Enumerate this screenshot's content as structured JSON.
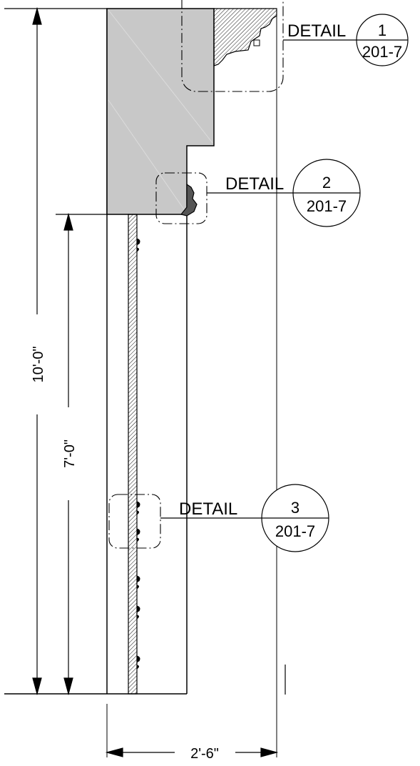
{
  "dimensions": {
    "overall_height": "10'-0\"",
    "door_height": "7'-0\"",
    "width": "2'-6\""
  },
  "callouts": [
    {
      "label": "DETAIL",
      "number": "1",
      "sheet": "201-7"
    },
    {
      "label": "DETAIL",
      "number": "2",
      "sheet": "201-7"
    },
    {
      "label": "DETAIL",
      "number": "3",
      "sheet": "201-7"
    }
  ],
  "colors": {
    "line": "#000000",
    "fill_gray": "#c8c8c8"
  }
}
